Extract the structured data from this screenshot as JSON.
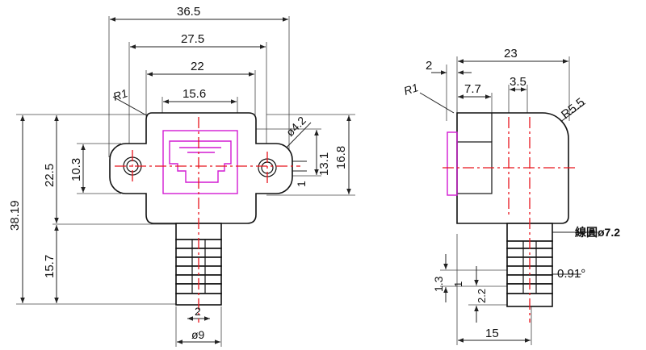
{
  "colors": {
    "centerline": "#e8141c",
    "port_outline": "#d21bd2",
    "line": "#111111"
  },
  "front_view": {
    "dim_36_5": "36.5",
    "dim_27_5": "27.5",
    "dim_22": "22",
    "dim_15_6": "15.6",
    "radius_r1": "R1",
    "hole_dia": "ø4.2",
    "dim_10_3": "10.3",
    "dim_22_5": "22.5",
    "dim_38_19": "38.19",
    "dim_15_7": "15.7",
    "dim_13_1": "13.1",
    "dim_16_8": "16.8",
    "dim_1": "1",
    "dim_2": "2",
    "dim_9": "ø9"
  },
  "side_view": {
    "dim_2": "2",
    "dim_23": "23",
    "radius_r1": "R1",
    "dim_7_7": "7.7",
    "dim_3_5": "3.5",
    "radius_r5_5": "R5.5",
    "cable_label": "線圓ø7.2",
    "dim_1_3": "1.3",
    "dim_1": "1",
    "dim_2_2": "2.2",
    "dim_0_91": "0.91°",
    "dim_15": "15"
  }
}
